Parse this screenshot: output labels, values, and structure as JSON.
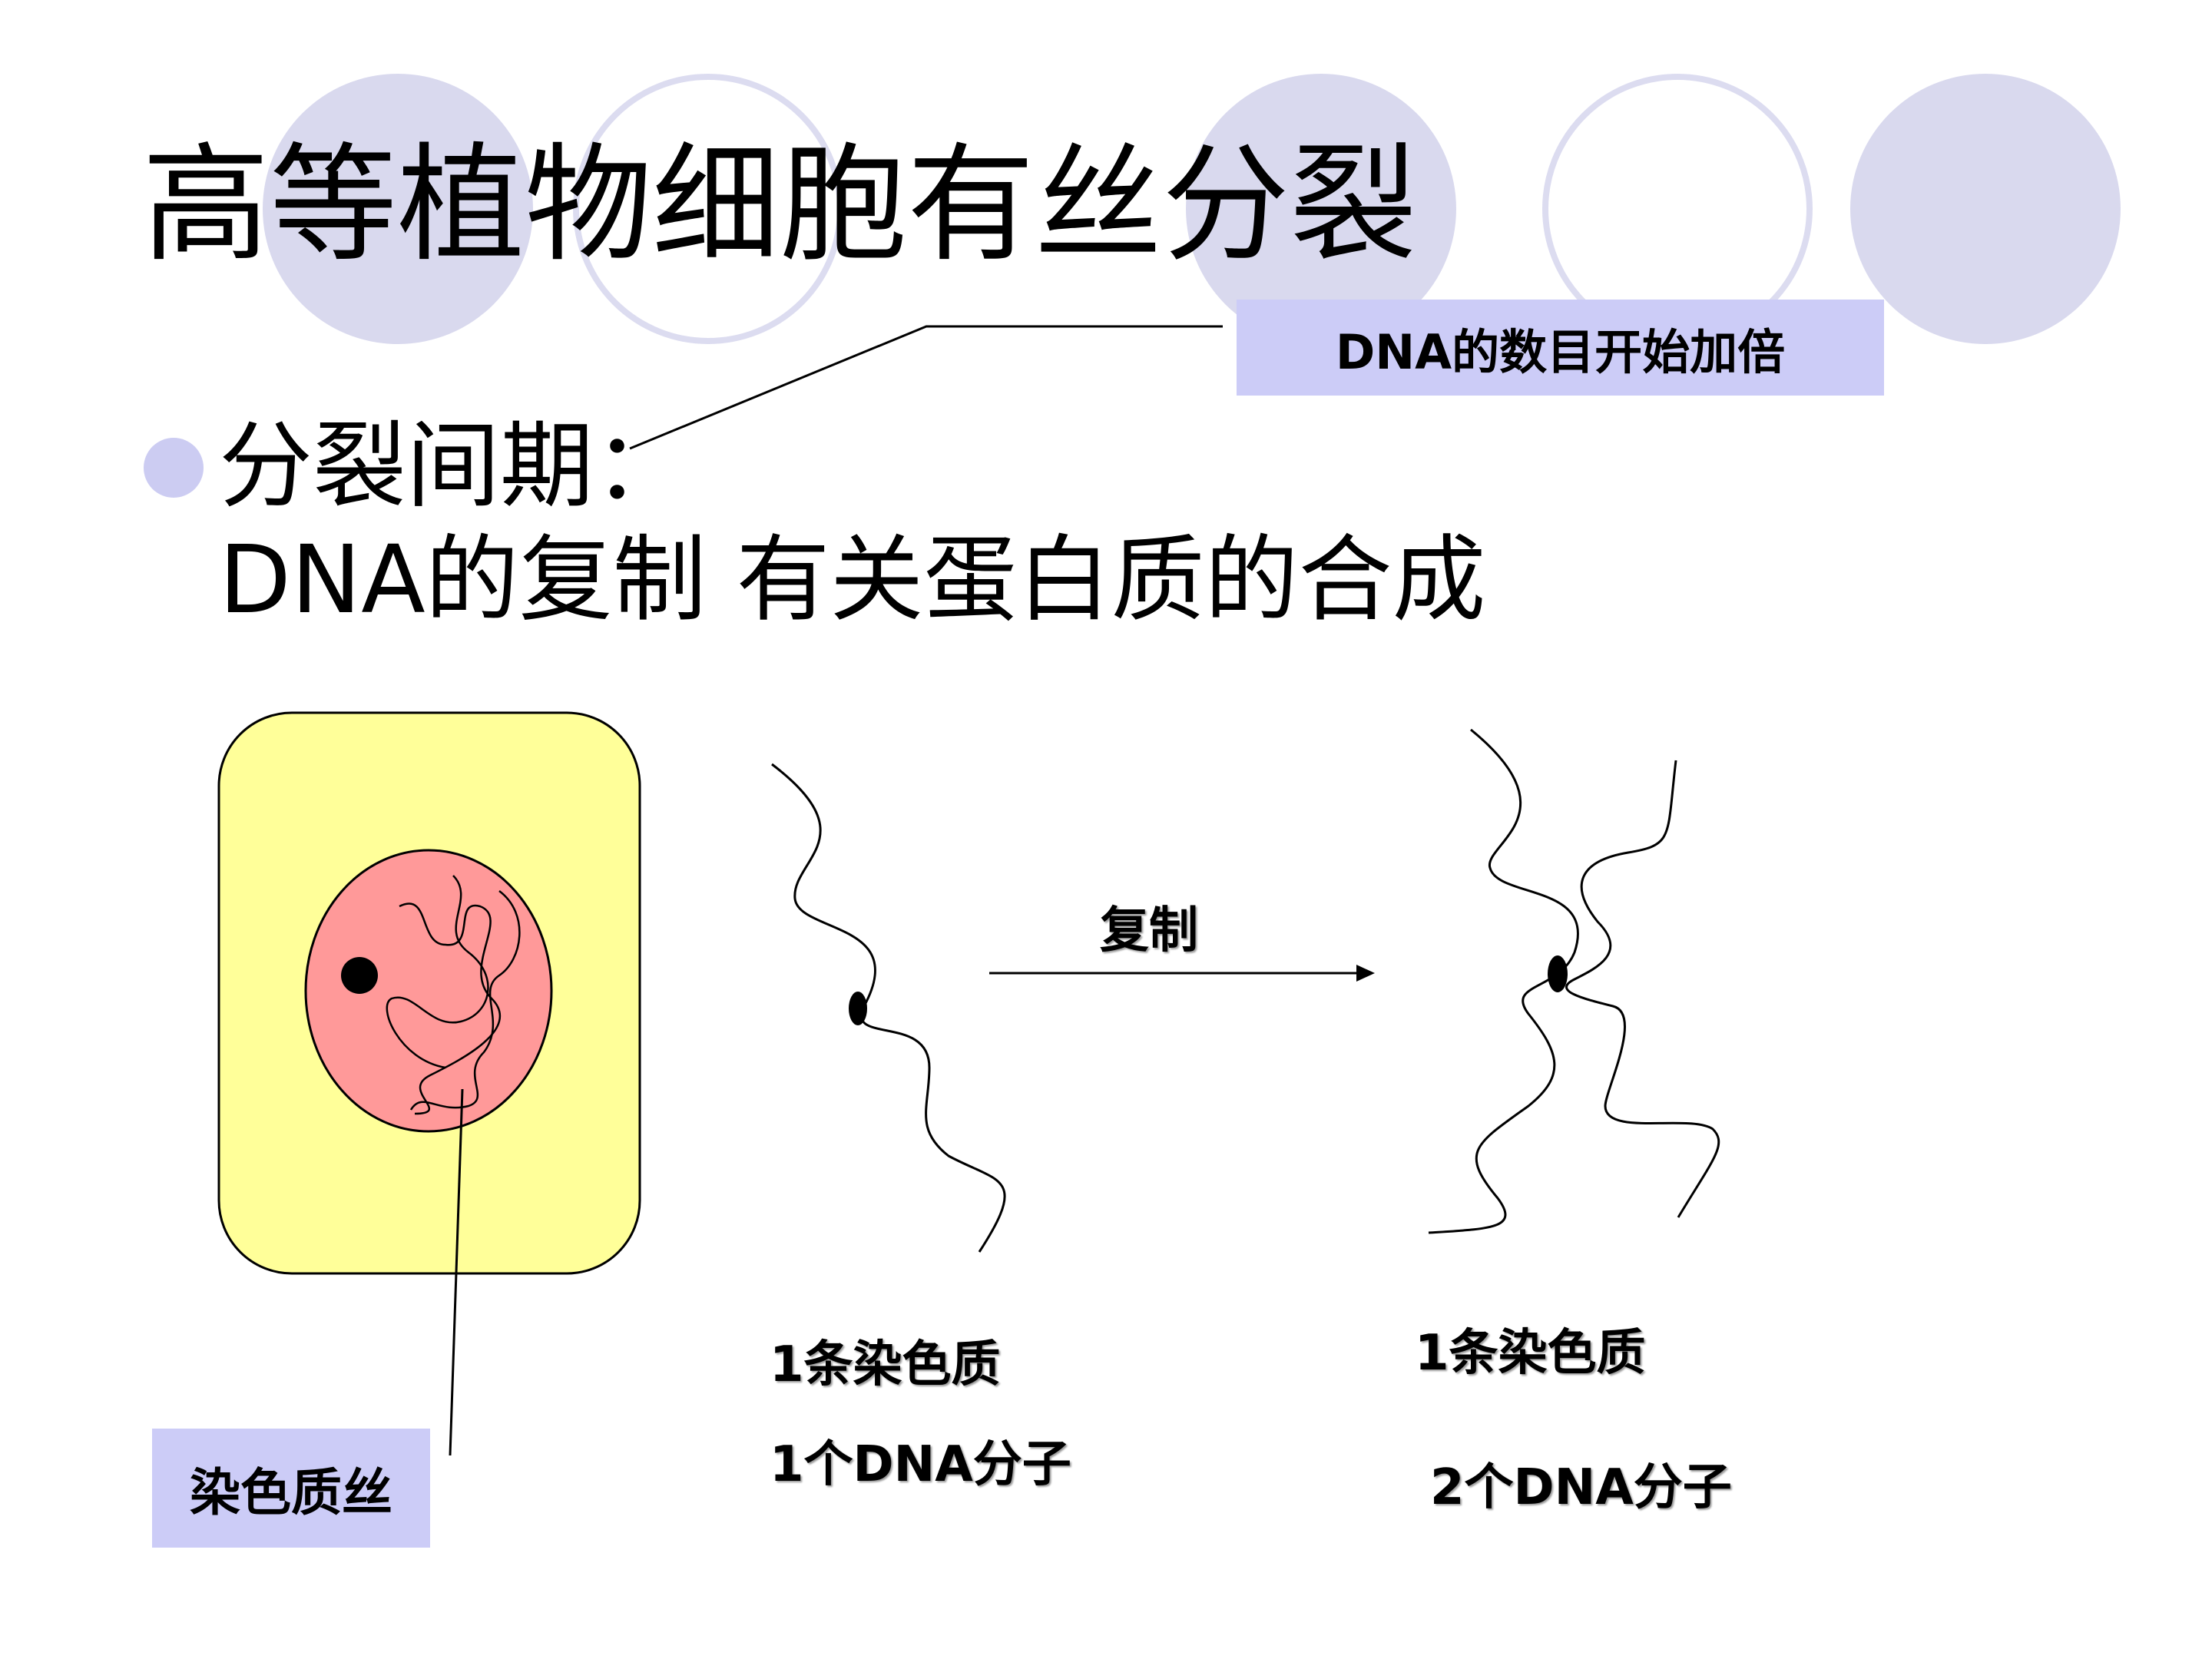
{
  "slide": {
    "title": "高等植物细胞有丝分裂",
    "bullet": {
      "heading": "分裂间期：",
      "detail": "DNA的复制   有关蛋白质的合成"
    }
  },
  "callouts": {
    "dna_doubling": "DNA的数目开始加倍",
    "chromatin_thread": "染色质丝"
  },
  "diagram": {
    "arrow_label": "复制",
    "before": {
      "chromatin_count": "1条染色质",
      "dna_count": "1个DNA分子"
    },
    "after": {
      "chromatin_count": "1条染色质",
      "dna_count": "2个DNA分子"
    }
  },
  "colors": {
    "circle_fill": "#d9d9ee",
    "circle_ring": "#dcdcf0",
    "callout_bg": "#ccccf7",
    "cell_wall_fill": "#ffff99",
    "nucleus_fill": "#ff9999"
  }
}
